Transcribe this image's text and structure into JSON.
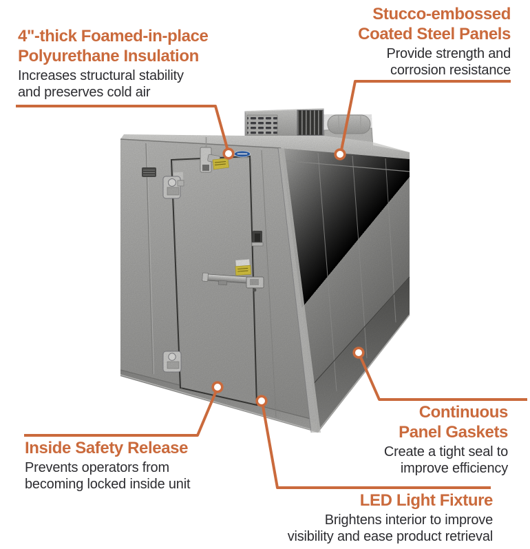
{
  "page": {
    "type": "product-feature-infographic",
    "background_color": "#ffffff",
    "accent_orange": "#ca6a3c",
    "body_text_color": "#2c2c30",
    "subject": "stainless steel walk-in cooler unit with rooftop refrigeration system"
  },
  "illustration": {
    "logo_oval_color": "#2a62b4",
    "warning_label_color": "#e3cf45",
    "metal_light": "#c6c6c4",
    "metal_dark": "#6a6a68",
    "icons": [
      "callout-dot",
      "vent-grille",
      "door-hinge",
      "door-handle",
      "brand-logo-oval"
    ]
  },
  "callouts": {
    "insulation": {
      "title_lines": [
        "4\"-thick Foamed-in-place",
        "Polyurethane Insulation"
      ],
      "body_lines": [
        "Increases structural stability",
        "and preserves cold air"
      ]
    },
    "stucco": {
      "title_lines": [
        "Stucco-embossed",
        "Coated Steel Panels"
      ],
      "body_lines": [
        "Provide strength and",
        "corrosion resistance"
      ]
    },
    "safety": {
      "title_lines": [
        "Inside Safety Release"
      ],
      "body_lines": [
        "Prevents operators from",
        "becoming locked inside unit"
      ]
    },
    "gaskets": {
      "title_lines": [
        "Continuous",
        "Panel Gaskets"
      ],
      "body_lines": [
        "Create a tight seal to",
        "improve efficiency"
      ]
    },
    "led": {
      "title_lines": [
        "LED Light Fixture"
      ],
      "body_lines": [
        "Brightens interior to improve",
        "visibility and ease product retrieval"
      ]
    }
  }
}
